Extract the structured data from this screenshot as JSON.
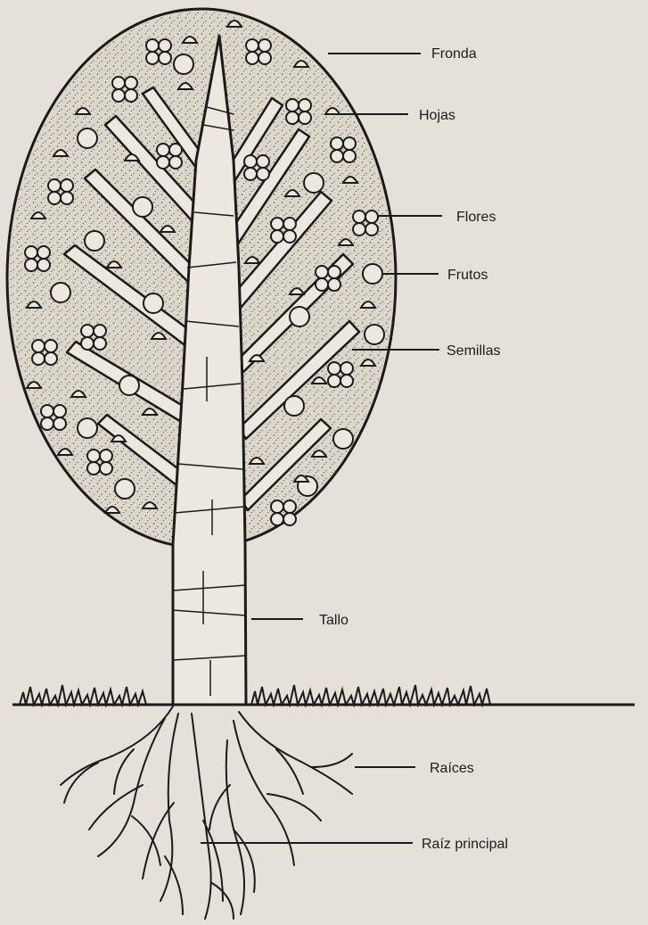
{
  "labels": {
    "fronda": "Fronda",
    "hojas": "Hojas",
    "flores": "Flores",
    "frutos": "Frutos",
    "semillas": "Semillas",
    "tallo": "Tallo",
    "raices": "Raíces",
    "raiz_principal": "Raíz principal"
  },
  "colors": {
    "paper": "#e6e1d8",
    "ink": "#1b1b1b",
    "trunk": "#ece8df",
    "canopy_fill": "#dcd6cb"
  }
}
